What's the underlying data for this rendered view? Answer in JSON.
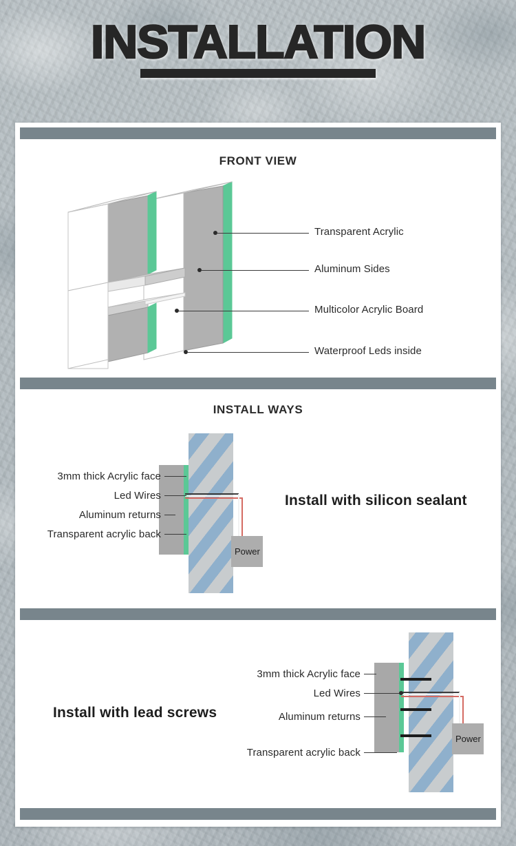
{
  "header": {
    "title": "INSTALLATION"
  },
  "panels": [
    {
      "id": "front-view",
      "heading": "FRONT VIEW",
      "callouts": [
        "Transparent Acrylic",
        "Aluminum Sides",
        "Multicolor  Acrylic Board",
        "Waterproof Leds inside"
      ]
    },
    {
      "id": "install-ways",
      "heading": "INSTALL WAYS",
      "caption": "Install with silicon sealant",
      "power_label": "Power",
      "callouts": [
        "3mm thick Acrylic face",
        "Led Wires",
        "Aluminum returns",
        "Transparent acrylic back"
      ]
    },
    {
      "id": "lead-screws",
      "heading": "",
      "caption": "Install with lead screws",
      "power_label": "Power",
      "callouts": [
        "3mm thick Acrylic face",
        "Led Wires",
        "Aluminum returns",
        "Transparent acrylic back"
      ]
    }
  ],
  "colors": {
    "background": "#b4bcc0",
    "separator_bar": "#78858c",
    "panel_background": "#ffffff",
    "title_text": "#262626",
    "acrylic_green": "#5bc896",
    "aluminum_gray": "#a8a8a8",
    "wall_blue": "#8fb0cc",
    "wall_gray": "#c8ccce",
    "power_box": "#adadad",
    "wire_red": "#d46a62",
    "wire_dark": "#3c3c3c",
    "screw_black": "#1c1c1c"
  }
}
